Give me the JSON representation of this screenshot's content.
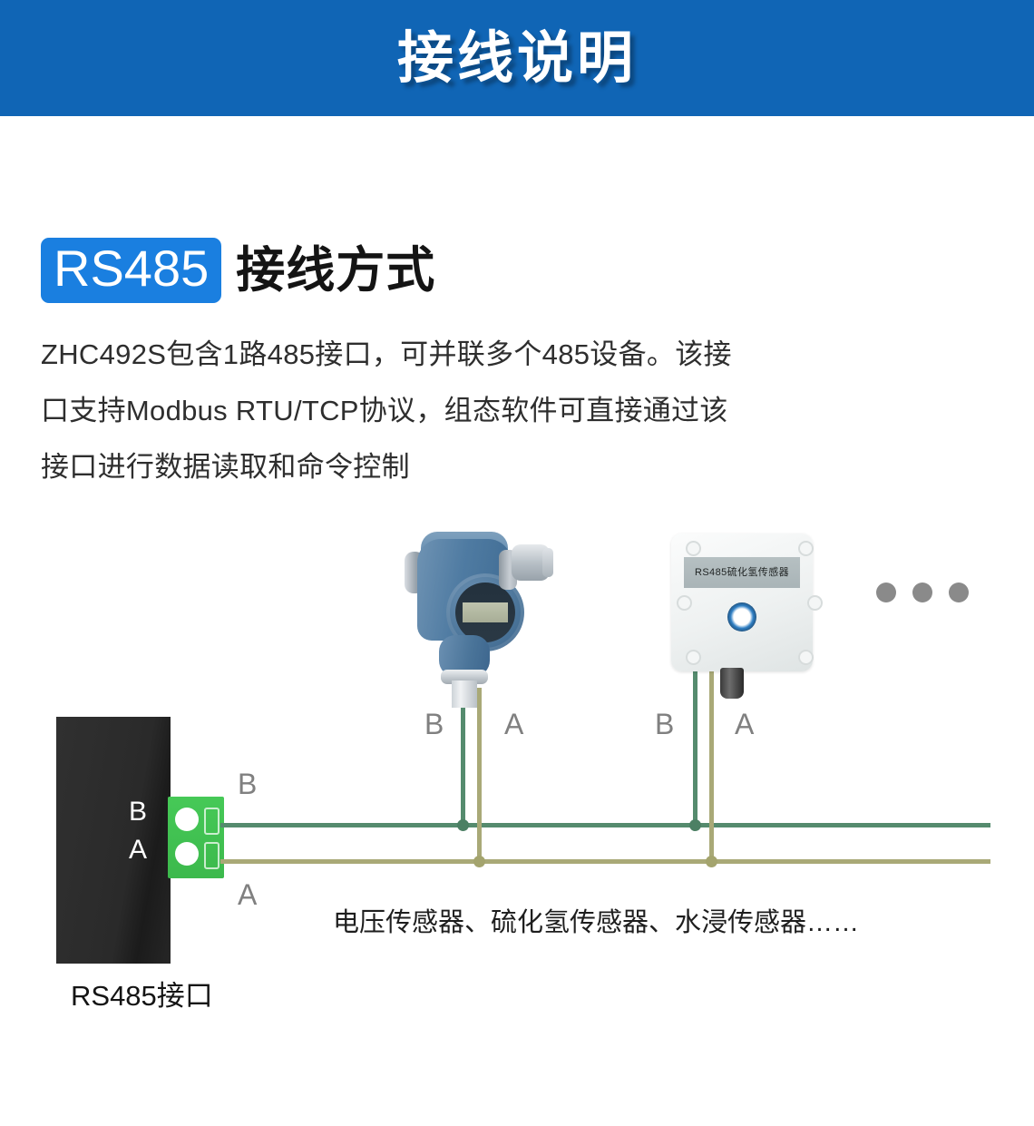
{
  "header": {
    "title": "接线说明",
    "background_color": "#1065b5"
  },
  "section": {
    "badge_label": "RS485",
    "badge_color": "#1a7fe0",
    "heading": "接线方式",
    "paragraph_lines": [
      "ZHC492S包含1路485接口，可并联多个485设备。该接",
      "口支持Modbus RTU/TCP协议，组态软件可直接通过该",
      "接口进行数据读取和命令控制"
    ]
  },
  "diagram": {
    "controller": {
      "terminal_labels": {
        "b": "B",
        "a": "A"
      },
      "caption": "RS485接口",
      "body_color": "#2a2a2a",
      "terminal_color": "#42c052"
    },
    "bus_labels": {
      "b": "B",
      "a": "A"
    },
    "wire_colors": {
      "b": "#558b6e",
      "a": "#a9a977"
    },
    "devices": [
      {
        "name": "pressure-transmitter",
        "label_b": "B",
        "label_a": "A",
        "body_color": "#4f7ba2"
      },
      {
        "name": "h2s-sensor",
        "panel_label": "RS485硫化氢传感器",
        "label_b": "B",
        "label_a": "A",
        "body_color": "#eef1f1"
      }
    ],
    "ellipsis_dot_color": "#8a8a8a",
    "sensors_caption": "电压传感器、硫化氢传感器、水浸传感器……"
  }
}
